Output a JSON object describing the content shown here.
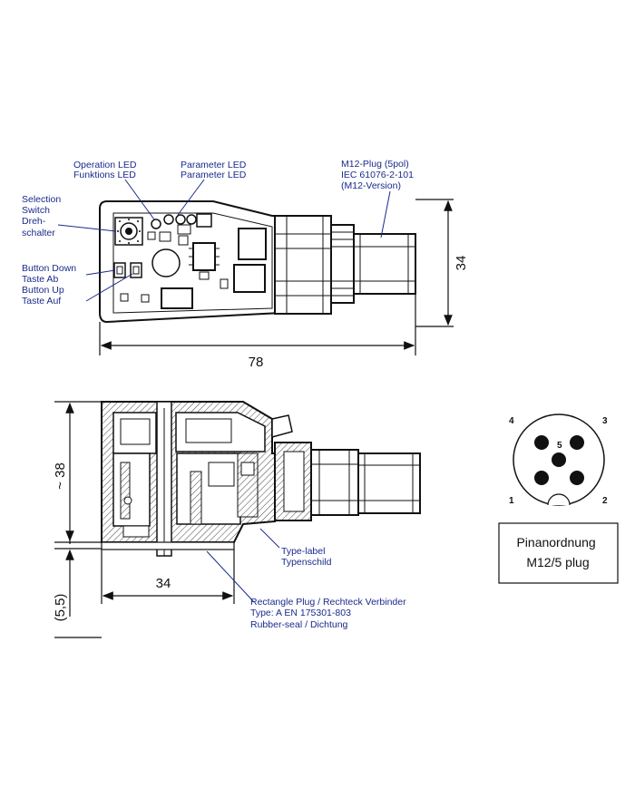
{
  "top_view": {
    "labels": {
      "operation_led": [
        "Operation LED",
        "Funktions LED"
      ],
      "parameter_led": [
        "Parameter LED",
        "Parameter LED"
      ],
      "m12_plug": [
        "M12-Plug (5pol)",
        "IEC 61076-2-101",
        "(M12-Version)"
      ],
      "selection_switch": [
        "Selection",
        "Switch",
        "Dreh-",
        "schalter"
      ],
      "buttons": [
        "Button Down",
        "Taste Ab",
        "Button Up",
        "Taste Auf"
      ]
    },
    "dim_width": "78",
    "dim_height": "34"
  },
  "side_view": {
    "dim_height": "~ 38",
    "dim_length": "34",
    "dim_offset": "(5,5)",
    "type_label": [
      "Type-label",
      "Typenschild"
    ],
    "rect_plug": [
      "Rectangle Plug / Rechteck Verbinder",
      "Type: A EN 175301-803",
      "Rubber-seal / Dichtung"
    ]
  },
  "pin_diagram": {
    "pins": [
      "1",
      "2",
      "3",
      "4",
      "5"
    ],
    "caption": [
      "Pinanordnung",
      "M12/5 plug"
    ]
  }
}
